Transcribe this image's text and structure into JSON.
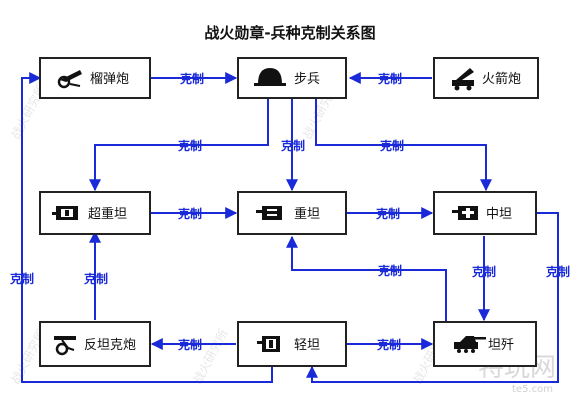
{
  "title": "战火勋章-兵种克制关系图",
  "nodes": {
    "howitzer": "榴弹炮",
    "infantry": "步兵",
    "rocket": "火箭炮",
    "heavy_tank_super": "超重坦",
    "heavy_tank": "重坦",
    "medium_tank": "中坦",
    "anti_tank_gun": "反坦克炮",
    "light_tank": "轻坦",
    "tank_destroyer": "坦歼"
  },
  "relation_label": "克制",
  "watermark": {
    "text": "战火研究所",
    "logo_text": "特玩网",
    "url": "te5.com"
  },
  "icons": {
    "howitzer": "howitzer-icon",
    "infantry": "helmet-icon",
    "rocket": "rocket-launcher-icon",
    "heavy_tank_super": "super-heavy-tank-icon",
    "heavy_tank": "heavy-tank-icon",
    "medium_tank": "medium-tank-icon",
    "anti_tank_gun": "anti-tank-gun-icon",
    "light_tank": "light-tank-icon",
    "tank_destroyer": "tank-destroyer-icon"
  },
  "colors": {
    "arrow": "#1a2ad8",
    "box_border": "#222222"
  }
}
